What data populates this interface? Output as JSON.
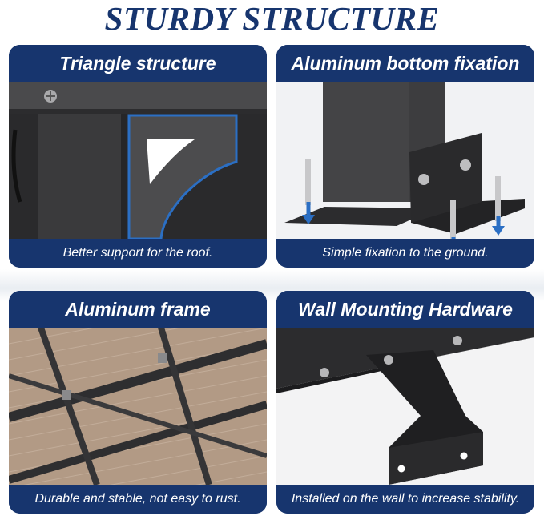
{
  "page_title": "STURDY STRUCTURE",
  "panels": [
    {
      "title": "Triangle structure",
      "caption": "Better support for the roof."
    },
    {
      "title": "Aluminum bottom fixation",
      "caption": "Simple fixation to the ground."
    },
    {
      "title": "Aluminum frame",
      "caption": "Durable and stable, not easy to rust."
    },
    {
      "title": "Wall Mounting Hardware",
      "caption": "Installed on the wall to increase stability."
    }
  ],
  "colors": {
    "brand_navy": "#17356e",
    "accent_blue": "#2b6fc4",
    "frame_dark": "#3a3a3c"
  }
}
